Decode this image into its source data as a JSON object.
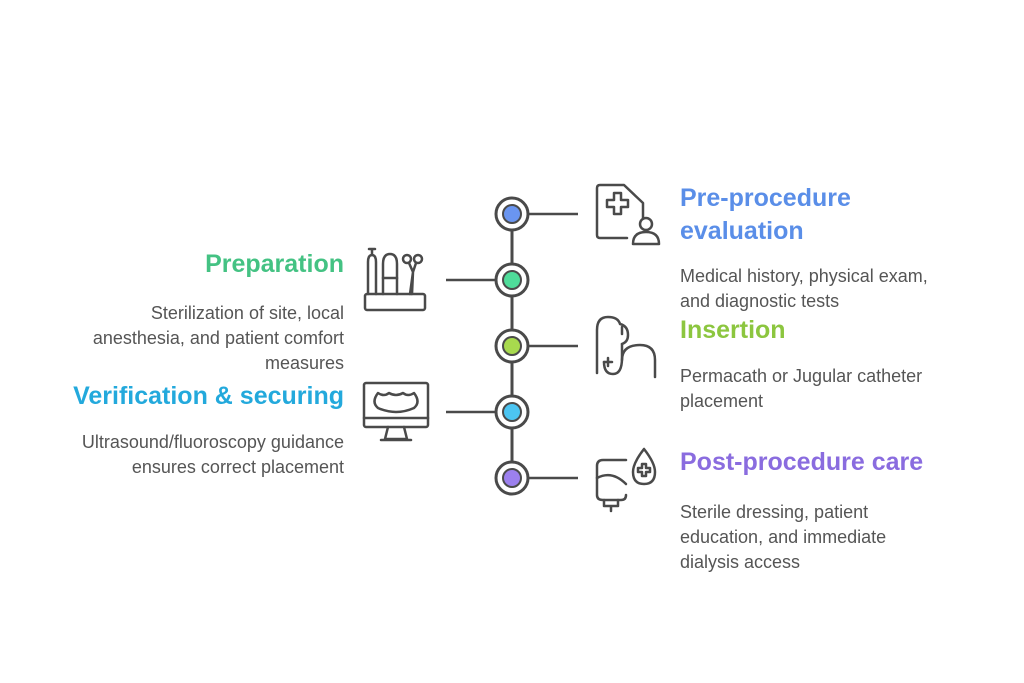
{
  "steps": [
    {
      "title": "Pre-procedure evaluation",
      "title_line1": "Pre-procedure",
      "title_line2": "evaluation",
      "description": [
        "Medical history, physical exam,",
        "and diagnostic tests"
      ],
      "color": "#5a8ee8",
      "icon": "medical-record-patient-icon",
      "side": "right"
    },
    {
      "title": "Preparation",
      "description": [
        "Sterilization of site, local",
        "anesthesia, and patient comfort",
        "measures"
      ],
      "color": "#44c283",
      "icon": "surgical-tools-holder-icon",
      "side": "left"
    },
    {
      "title": "Insertion",
      "description": [
        "Permacath or Jugular catheter",
        "placement"
      ],
      "color": "#8cc63f",
      "icon": "catheter-insertion-icon",
      "side": "right"
    },
    {
      "title": "Verification & securing",
      "description": [
        "Ultrasound/fluoroscopy guidance",
        "ensures correct placement"
      ],
      "color": "#23a9dc",
      "icon": "ultrasound-monitor-icon",
      "side": "left"
    },
    {
      "title": "Post-procedure care",
      "description": [
        "Sterile dressing, patient",
        "education, and immediate",
        "dialysis access"
      ],
      "color": "#8a6cdf",
      "icon": "iv-bag-blood-drop-icon",
      "side": "right"
    }
  ],
  "node_colors": [
    "#6a95f0",
    "#4fdc9a",
    "#a8da4e",
    "#4cc5f2",
    "#9c80ee"
  ],
  "line_color": "#4a4a4a"
}
